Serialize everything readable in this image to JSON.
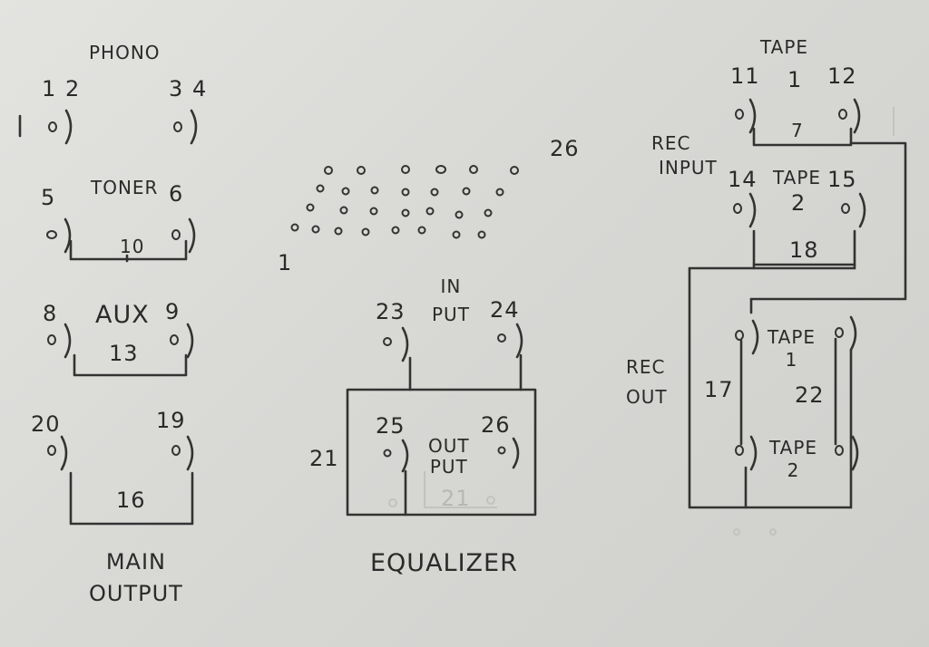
{
  "sections": {
    "phono": "PHONO",
    "toner": "TONER",
    "aux": "AUX",
    "main_output": [
      "MAIN",
      "OUTPUT"
    ],
    "equalizer": "EQUALIZER",
    "eq_input": [
      "IN",
      "PUT"
    ],
    "eq_output": [
      "OUT",
      "PUT"
    ],
    "tape": "TAPE",
    "rec_input": [
      "REC",
      "INPUT"
    ],
    "tape2_top": "TAPE",
    "rec_out": [
      "REC",
      "OUT"
    ],
    "tape1_loop": [
      "TAPE",
      "1"
    ],
    "tape2_loop": [
      "TAPE",
      "2"
    ]
  },
  "numbers": {
    "n1": "1",
    "n2": "2",
    "n3": "3",
    "n4": "4",
    "n5": "5",
    "n6": "6",
    "n7": "7",
    "n8": "8",
    "n9": "9",
    "n10": "10",
    "n11": "11",
    "n12": "12",
    "n13": "13",
    "n14": "14",
    "n15": "15",
    "n16": "16",
    "n17": "17",
    "n18": "18",
    "n19": "19",
    "n20": "20",
    "n21": "21",
    "n21b": "21",
    "n22": "22",
    "n23": "23",
    "n24": "24",
    "n25": "25",
    "n26": "26",
    "n26b": "26",
    "tape_1": "1",
    "tape_2": "2",
    "left_1": "1"
  },
  "colors": {
    "ink": "#2a2a2a",
    "paper": "#dcdcd9",
    "faint": "#b7b7b4"
  }
}
